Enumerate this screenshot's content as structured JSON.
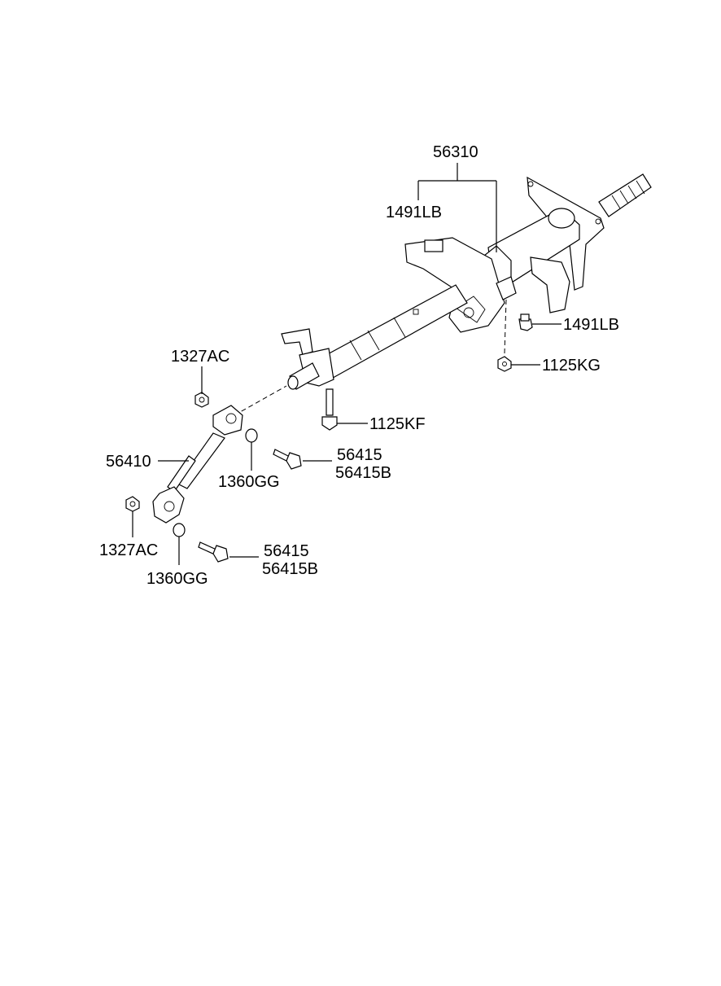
{
  "labels": {
    "steering_column_assembly": "56310",
    "column_clip_a": "1491LB",
    "column_clip_b": "1491LB",
    "nut_upper": "1125KG",
    "bolt_lower": "1125KF",
    "nut_1_a": "1327AC",
    "nut_1_b": "1327AC",
    "shaft_assembly": "56410",
    "washer_a": "1360GG",
    "washer_b": "1360GG",
    "bolt_a": "56415",
    "bolt_a_alt": "56415B",
    "bolt_b": "56415",
    "bolt_b_alt": "56415B"
  }
}
